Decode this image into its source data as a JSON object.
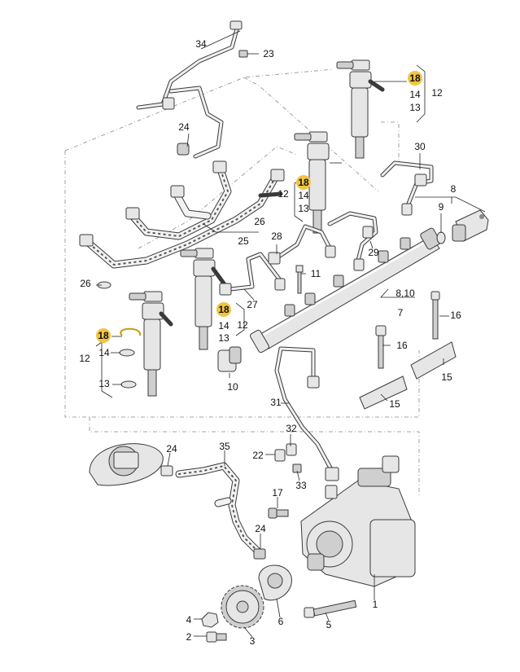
{
  "labels": [
    {
      "text": "34",
      "highlight": false
    },
    {
      "text": "23",
      "highlight": false
    },
    {
      "text": "18",
      "highlight": true
    },
    {
      "text": "12",
      "highlight": false
    },
    {
      "text": "14",
      "highlight": false
    },
    {
      "text": "13",
      "highlight": false
    },
    {
      "text": "24",
      "highlight": false
    },
    {
      "text": "30",
      "highlight": false
    },
    {
      "text": "18",
      "highlight": true
    },
    {
      "text": "12",
      "highlight": false
    },
    {
      "text": "14",
      "highlight": false
    },
    {
      "text": "13",
      "highlight": false
    },
    {
      "text": "8",
      "highlight": false
    },
    {
      "text": "9",
      "highlight": false
    },
    {
      "text": "26",
      "highlight": false
    },
    {
      "text": "25",
      "highlight": false
    },
    {
      "text": "28",
      "highlight": false
    },
    {
      "text": "29",
      "highlight": false
    },
    {
      "text": "11",
      "highlight": false
    },
    {
      "text": "26",
      "highlight": false
    },
    {
      "text": "27",
      "highlight": false
    },
    {
      "text": "8,10",
      "highlight": false
    },
    {
      "text": "7",
      "highlight": false
    },
    {
      "text": "16",
      "highlight": false
    },
    {
      "text": "18",
      "highlight": true
    },
    {
      "text": "14",
      "highlight": false
    },
    {
      "text": "12",
      "highlight": false
    },
    {
      "text": "13",
      "highlight": false
    },
    {
      "text": "18",
      "highlight": true
    },
    {
      "text": "14",
      "highlight": false
    },
    {
      "text": "12",
      "highlight": false
    },
    {
      "text": "13",
      "highlight": false
    },
    {
      "text": "16",
      "highlight": false
    },
    {
      "text": "15",
      "highlight": false
    },
    {
      "text": "10",
      "highlight": false
    },
    {
      "text": "15",
      "highlight": false
    },
    {
      "text": "31",
      "highlight": false
    },
    {
      "text": "32",
      "highlight": false
    },
    {
      "text": "24",
      "highlight": false
    },
    {
      "text": "35",
      "highlight": false
    },
    {
      "text": "22",
      "highlight": false
    },
    {
      "text": "33",
      "highlight": false
    },
    {
      "text": "17",
      "highlight": false
    },
    {
      "text": "24",
      "highlight": false
    },
    {
      "text": "1",
      "highlight": false
    },
    {
      "text": "6",
      "highlight": false
    },
    {
      "text": "5",
      "highlight": false
    },
    {
      "text": "4",
      "highlight": false
    },
    {
      "text": "2",
      "highlight": false
    },
    {
      "text": "3",
      "highlight": false
    }
  ]
}
